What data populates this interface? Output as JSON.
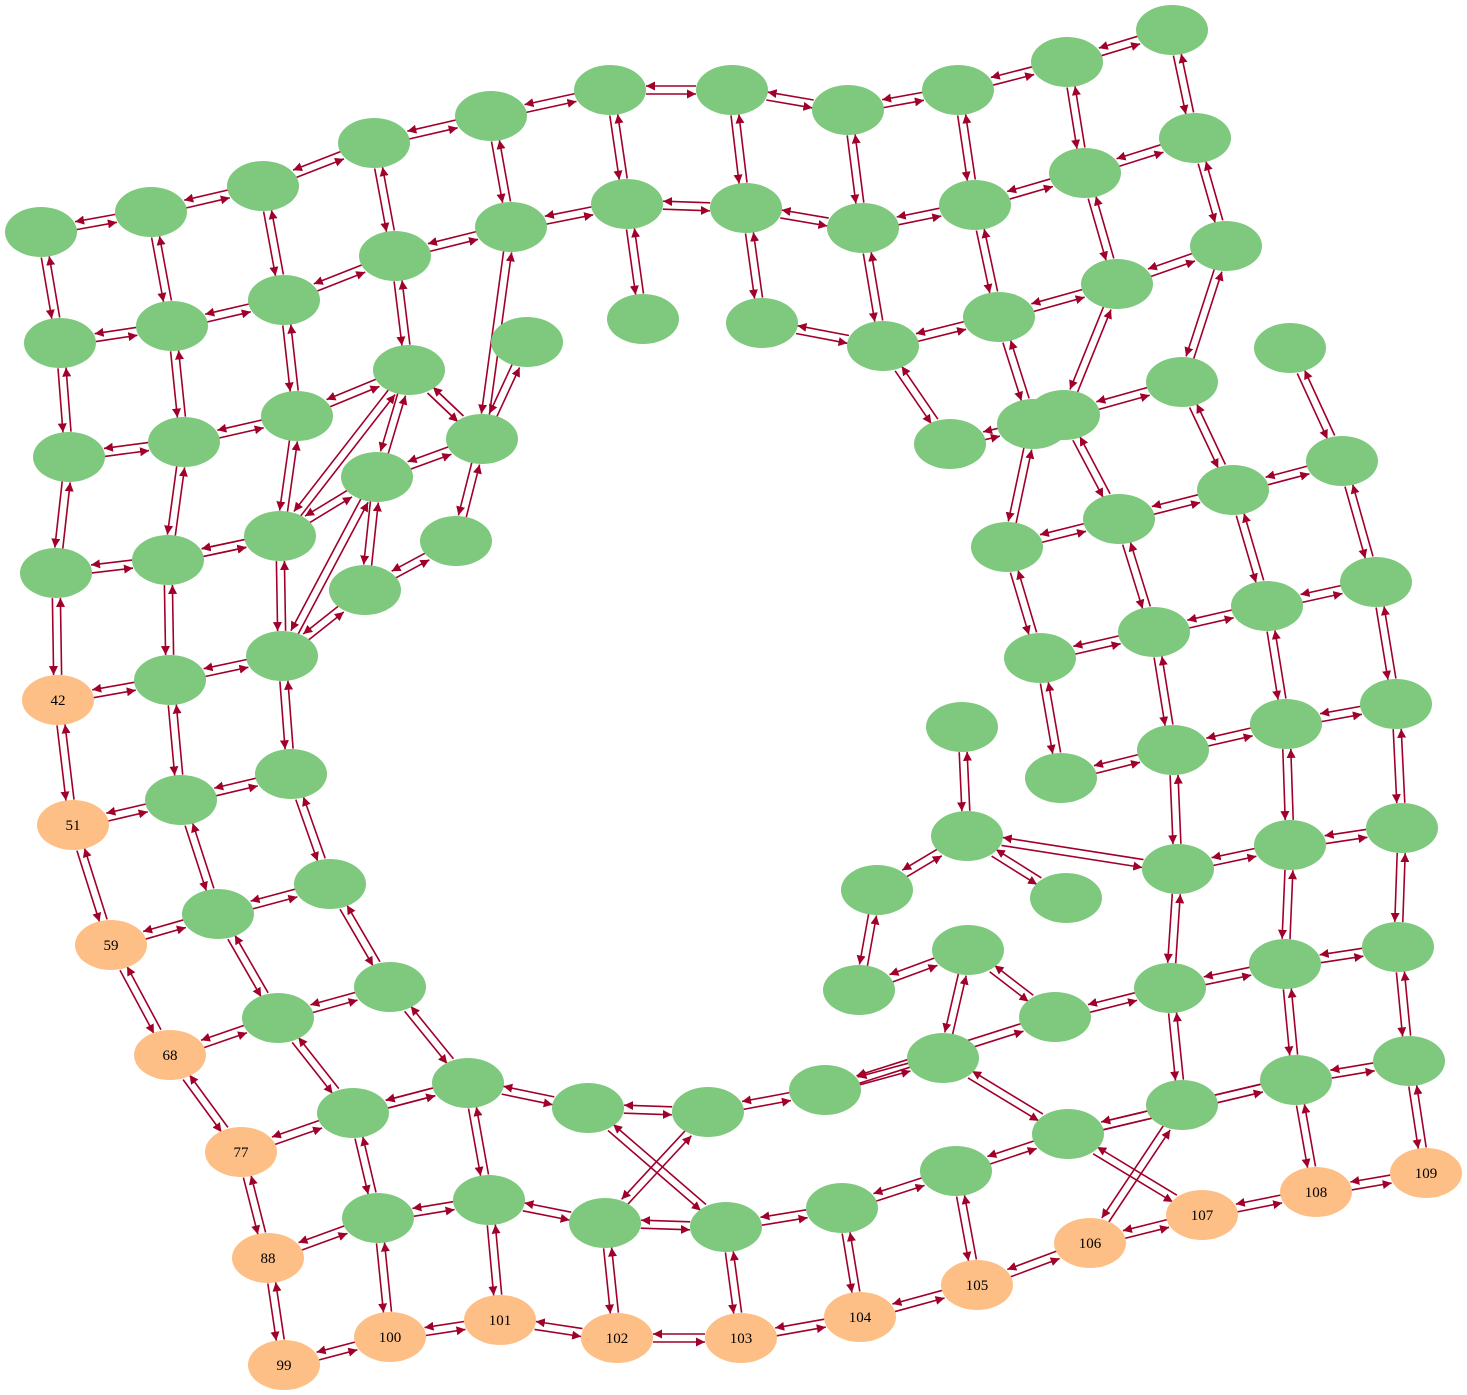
{
  "colors": {
    "node_plain": "#7ec97e",
    "node_highlight": "#fdbf85",
    "edge": "#a0002a",
    "background": "#ffffff"
  },
  "diagram": {
    "type": "directed-graph",
    "edge_style": "bidirectional pair between adjacent grid nodes",
    "highlighted_nodes": [
      {
        "id": "n42",
        "label": "42"
      },
      {
        "id": "n51",
        "label": "51"
      },
      {
        "id": "n59",
        "label": "59"
      },
      {
        "id": "n68",
        "label": "68"
      },
      {
        "id": "n77",
        "label": "77"
      },
      {
        "id": "n88",
        "label": "88"
      },
      {
        "id": "n99",
        "label": "99"
      },
      {
        "id": "n100",
        "label": "100"
      },
      {
        "id": "n101",
        "label": "101"
      },
      {
        "id": "n102",
        "label": "102"
      },
      {
        "id": "n103",
        "label": "103"
      },
      {
        "id": "n104",
        "label": "104"
      },
      {
        "id": "n105",
        "label": "105"
      },
      {
        "id": "n106",
        "label": "106"
      },
      {
        "id": "n107",
        "label": "107"
      },
      {
        "id": "n108",
        "label": "108"
      },
      {
        "id": "n109",
        "label": "109"
      }
    ]
  }
}
